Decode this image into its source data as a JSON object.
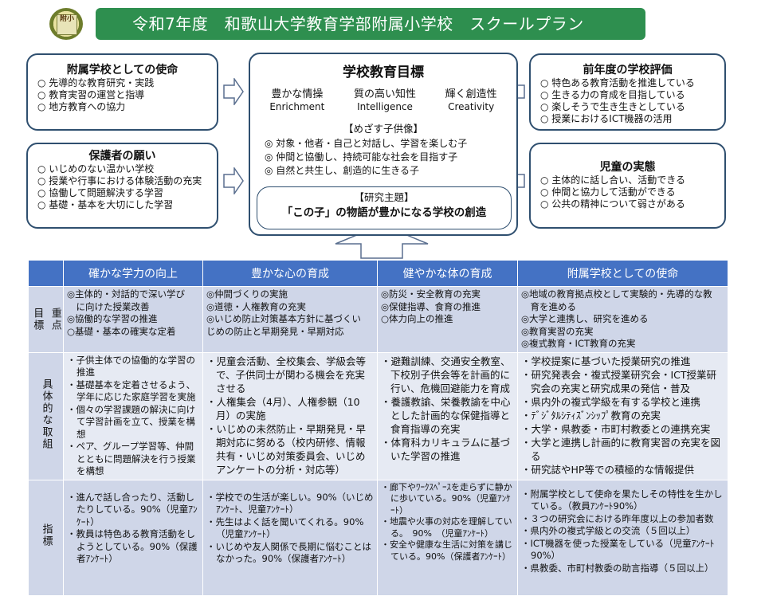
{
  "logo": {
    "text": "附小"
  },
  "title": "令和7年度　和歌山大学教育学部附属小学校　スクールプラン",
  "left_boxes": [
    {
      "title": "附属学校としての使命",
      "items": [
        "○ 先導的な教育研究・実践",
        "○ 教育実習の運営と指導",
        "○ 地方教育への協力"
      ]
    },
    {
      "title": "保護者の願い",
      "items": [
        "○ いじめのない温かい学校",
        "○ 授業や行事における体験活動の充実",
        "○ 協働して問題解決する学習",
        "○ 基礎・基本を大切にした学習"
      ]
    }
  ],
  "right_boxes": [
    {
      "title": "前年度の学校評価",
      "items": [
        "○ 特色ある教育活動を推進している",
        "○ 生きる力の育成を目指している",
        "○ 楽しそうで生き生きとしている",
        "○ 授業におけるICT機器の活用"
      ]
    },
    {
      "title": "児童の実態",
      "items": [
        "○ 主体的に話し合い、活動できる",
        "○ 仲間と協力して活動ができる",
        "○ 公共の精神について弱さがある"
      ]
    }
  ],
  "center": {
    "title": "学校教育目標",
    "pillars": [
      {
        "jp": "豊かな情操",
        "en": "Enrichment"
      },
      {
        "jp": "質の高い知性",
        "en": "Intelligence"
      },
      {
        "jp": "輝く創造性",
        "en": "Creativity"
      }
    ],
    "mezasu_title": "【めざす子供像】",
    "goals": [
      "◎ 対象・他者・自己と対話し、学習を楽しむ子",
      "◎ 仲間と協働し、持続可能な社会を目指す子",
      "◎ 自然と共生し、創造的に生きる子"
    ],
    "research_label": "【研究主題】",
    "research_theme": "「この子」の物語が豊かになる学校の創造"
  },
  "table": {
    "headers": [
      "確かな学力の向上",
      "豊かな心の育成",
      "健やかな体の育成",
      "附属学校としての使命"
    ],
    "row1": {
      "label_a": "重点",
      "label_b": "目標",
      "cells": [
        [
          "◎主体的・対話的で深い学び",
          "　に向けた授業改善",
          "◎協働的な学習の推進",
          "○基礎・基本の確実な定着"
        ],
        [
          "◎仲間づくりの実施",
          "◎道徳・人権教育の充実",
          "◎いじめ防止対策基本方針に基づくい",
          "じめの防止と早期発見・早期対応"
        ],
        [
          "◎防災・安全教育の充実",
          "◎保健指導、食育の推進",
          "○体力向上の推進"
        ],
        [
          "◎地域の教育拠点校として実験的・先導的な教",
          "　育を進める",
          "◎大学と連携し、研究を進める",
          "◎教育実習の充実",
          "◎複式教育・ICT教育の充実"
        ]
      ]
    },
    "row2": {
      "label": "具体的な取組",
      "cells": [
        [
          "・子供主体での協働的な学習の推進",
          "・基礎基本を定着させるよう、学年に応じた家庭学習を実施",
          "・個々の学習課題の解決に向けて学習計画を立て、授業を構想",
          "・ペア、グループ学習等、仲間とともに問題解決を行う授業を構想"
        ],
        [
          "・児童会活動、全校集会、学級会等で、子供同士が関わる機会を充実させる",
          "・人権集会（4月）、人権参観（10月）の実施",
          "・いじめの未然防止・早期発見・早期対応に努める（校内研修、情報共有・いじめ対策委員会、いじめアンケートの分析・対応等）"
        ],
        [
          "・避難訓練、交通安全教室、下校別子供会等を計画的に行い、危機回避能力を育成",
          "・養護教諭、栄養教諭を中心とした計画的な保健指導と食育指導の充実",
          "・体育科カリキュラムに基づいた学習の推進"
        ],
        [
          "・学校提案に基づいた授業研究の推進",
          "・研究発表会・複式授業研究会・ICT授業研究会の充実と研究成果の発信・普及",
          "・県内外の複式学級を有する学校と連携",
          "・ﾃﾞｼﾞﾀﾙｼﾃｨｽﾞﾝｼｯﾌﾟ教育の充実",
          "・大学・県教委・市町村教委との連携充実",
          "・大学と連携し計画的に教育実習の充実を図る",
          "・研究誌やHP等での積極的な情報提供"
        ]
      ]
    },
    "row3": {
      "label": "指標",
      "cells": [
        [
          "・進んで話し合ったり、活動したりしている。90%（児童ｱﾝｹｰﾄ）",
          "・教員は特色ある教育活動をしようとしている。90%（保護者ｱﾝｹｰﾄ）"
        ],
        [
          "・学校での生活が楽しい。90%（いじめｱﾝｹｰﾄ、児童ｱﾝｹｰﾄ）",
          "・先生はよく話を聞いてくれる。90%（児童ｱﾝｹｰﾄ）",
          "・いじめや友人関係で長期に悩むことはなかった。90%（保護者ｱﾝｹｰﾄ）"
        ],
        [
          "・廊下やﾜｰｸｽﾍﾟｰｽを走らずに静かに歩いている。90%（児童ｱﾝｹｰﾄ）",
          "・地震や火事の対応を理解している。　90%　（児童ｱﾝｹｰﾄ）",
          "・安全や健康な生活に対策を講じている。90%（保護者ｱﾝｹｰﾄ）"
        ],
        [
          "・附属学校として使命を果たしその特性を生かしている。（教員ｱﾝｹｰﾄ90%）",
          "・３つの研究会における昨年度以上の参加者数",
          "・県内外の複式学級との交流（５回以上）",
          "・ICT機器を使った授業をしている（児童ｱﾝｹｰﾄ90%）",
          "・県教委、市町村教委の助言指導（５回以上）"
        ]
      ]
    }
  }
}
